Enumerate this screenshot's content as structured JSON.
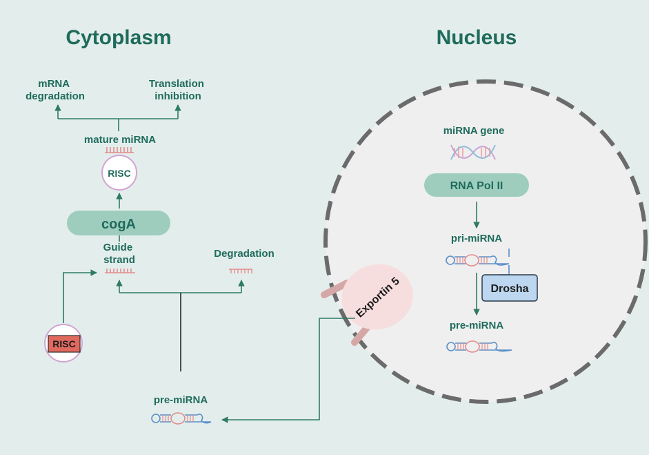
{
  "colors": {
    "background": "#e3eeec",
    "teal_text": "#1f6b5c",
    "arrow": "#2e7a64",
    "pill_fill": "#9fcdbd",
    "nucleus_fill": "#efefef",
    "nucleus_border": "#6b6b6b",
    "risc_border": "#d3a3d3",
    "exportin_fill": "#f7dede",
    "drosha_fill": "#bcd7ef",
    "risc_box_fill": "#e0695f"
  },
  "cytoplasm": {
    "title": "Cytoplasm",
    "mrna_degradation": [
      "mRNA",
      "degradation"
    ],
    "translation_inhibition": [
      "Translation",
      "inhibition"
    ],
    "mature_mirna": "mature miRNA",
    "risc_top": "RISC",
    "coga": "cogA",
    "guide_strand": [
      "Guide",
      "strand"
    ],
    "degradation": "Degradation",
    "risc_bottom": "RISC",
    "pre_mirna": "pre-miRNA"
  },
  "nucleus": {
    "title": "Nucleus",
    "mirna_gene": "miRNA gene",
    "rna_pol": "RNA Pol II",
    "pri_mirna": "pri-miRNA",
    "drosha": "Drosha",
    "pre_mirna": "pre-miRNA",
    "exportin": "Exportin 5"
  }
}
